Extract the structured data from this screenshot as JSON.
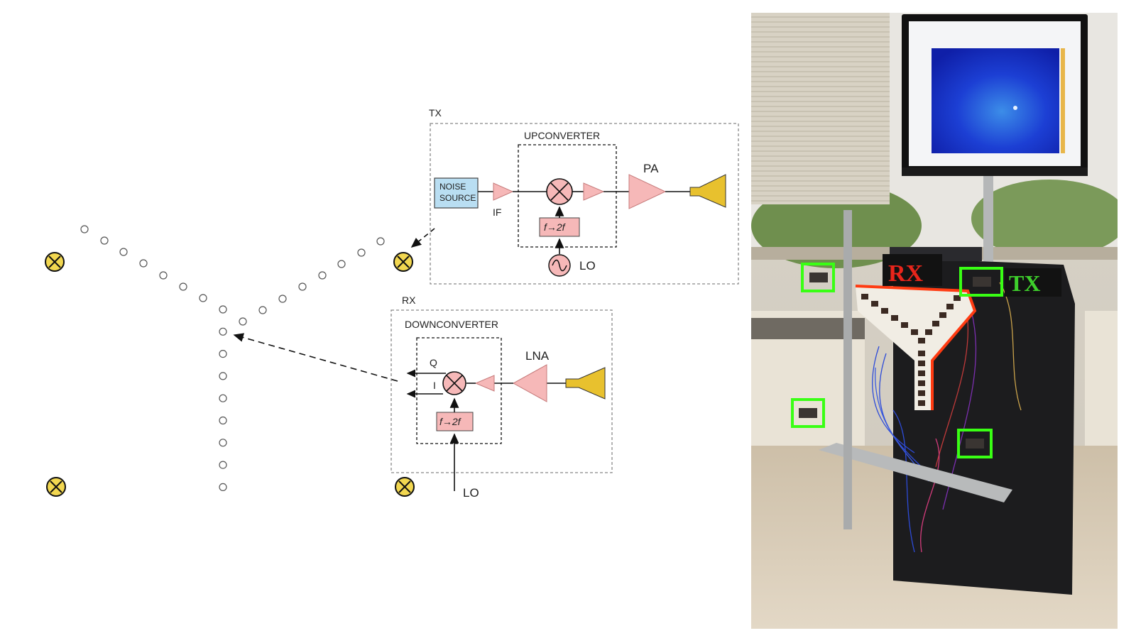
{
  "diagram": {
    "tx": {
      "title": "TX",
      "upconverter_label": "UPCONVERTER",
      "noise_source_line1": "NOISE",
      "noise_source_line2": "SOURCE",
      "if_label": "IF",
      "pa_label": "PA",
      "lo_label": "LO",
      "doubler_label": "f→2f"
    },
    "rx": {
      "title": "RX",
      "downconverter_label": "DOWNCONVERTER",
      "lna_label": "LNA",
      "q_label": "Q",
      "i_label": "I",
      "lo_label": "LO",
      "doubler_label": "f→2f"
    },
    "colors": {
      "amplifier_fill": "#f6b8b8",
      "noise_source_fill": "#b9def2",
      "horn_fill": "#e8c12e",
      "marker_fill": "#f2d750",
      "box_border": "#888888"
    }
  },
  "photo": {
    "rx_label": "RX",
    "tx_label": "TX",
    "colors": {
      "rx_text": "#e8251b",
      "tx_text": "#3ecf2c",
      "highlight_box": "#39ff14",
      "outline": "#ff3b12"
    }
  }
}
